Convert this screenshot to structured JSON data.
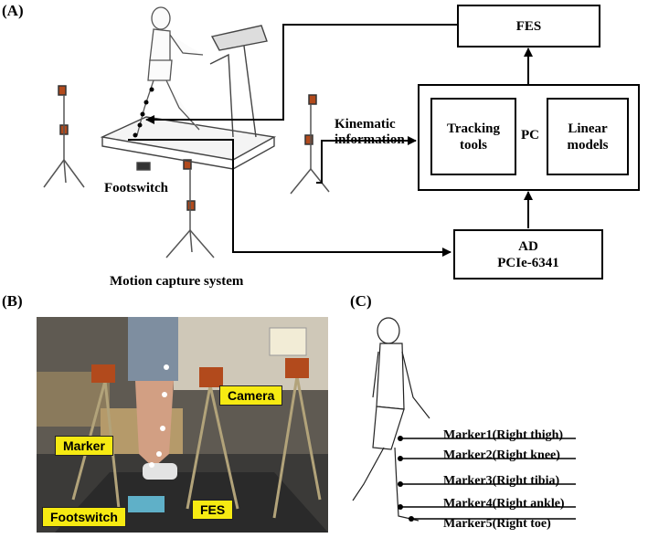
{
  "panels": {
    "a": "(A)",
    "b": "(B)",
    "c": "(C)"
  },
  "block_diagram": {
    "fes": "FES",
    "pc": "PC",
    "tracking_tools": [
      "Tracking",
      "tools"
    ],
    "linear_models": [
      "Linear",
      "models"
    ],
    "ad": [
      "AD",
      "PCIe-6341"
    ],
    "kinematic_info": [
      "Kinematic",
      "information"
    ],
    "footswitch": "Footswitch",
    "motion_capture": "Motion capture system"
  },
  "photo": {
    "labels": {
      "camera": "Camera",
      "marker": "Marker",
      "footswitch": "Footswitch",
      "fes": "FES"
    }
  },
  "markers": [
    "Marker1(Right thigh)",
    "Marker2(Right knee)",
    "Marker3(Right tibia)",
    "Marker4(Right ankle)",
    "Marker5(Right toe)"
  ]
}
